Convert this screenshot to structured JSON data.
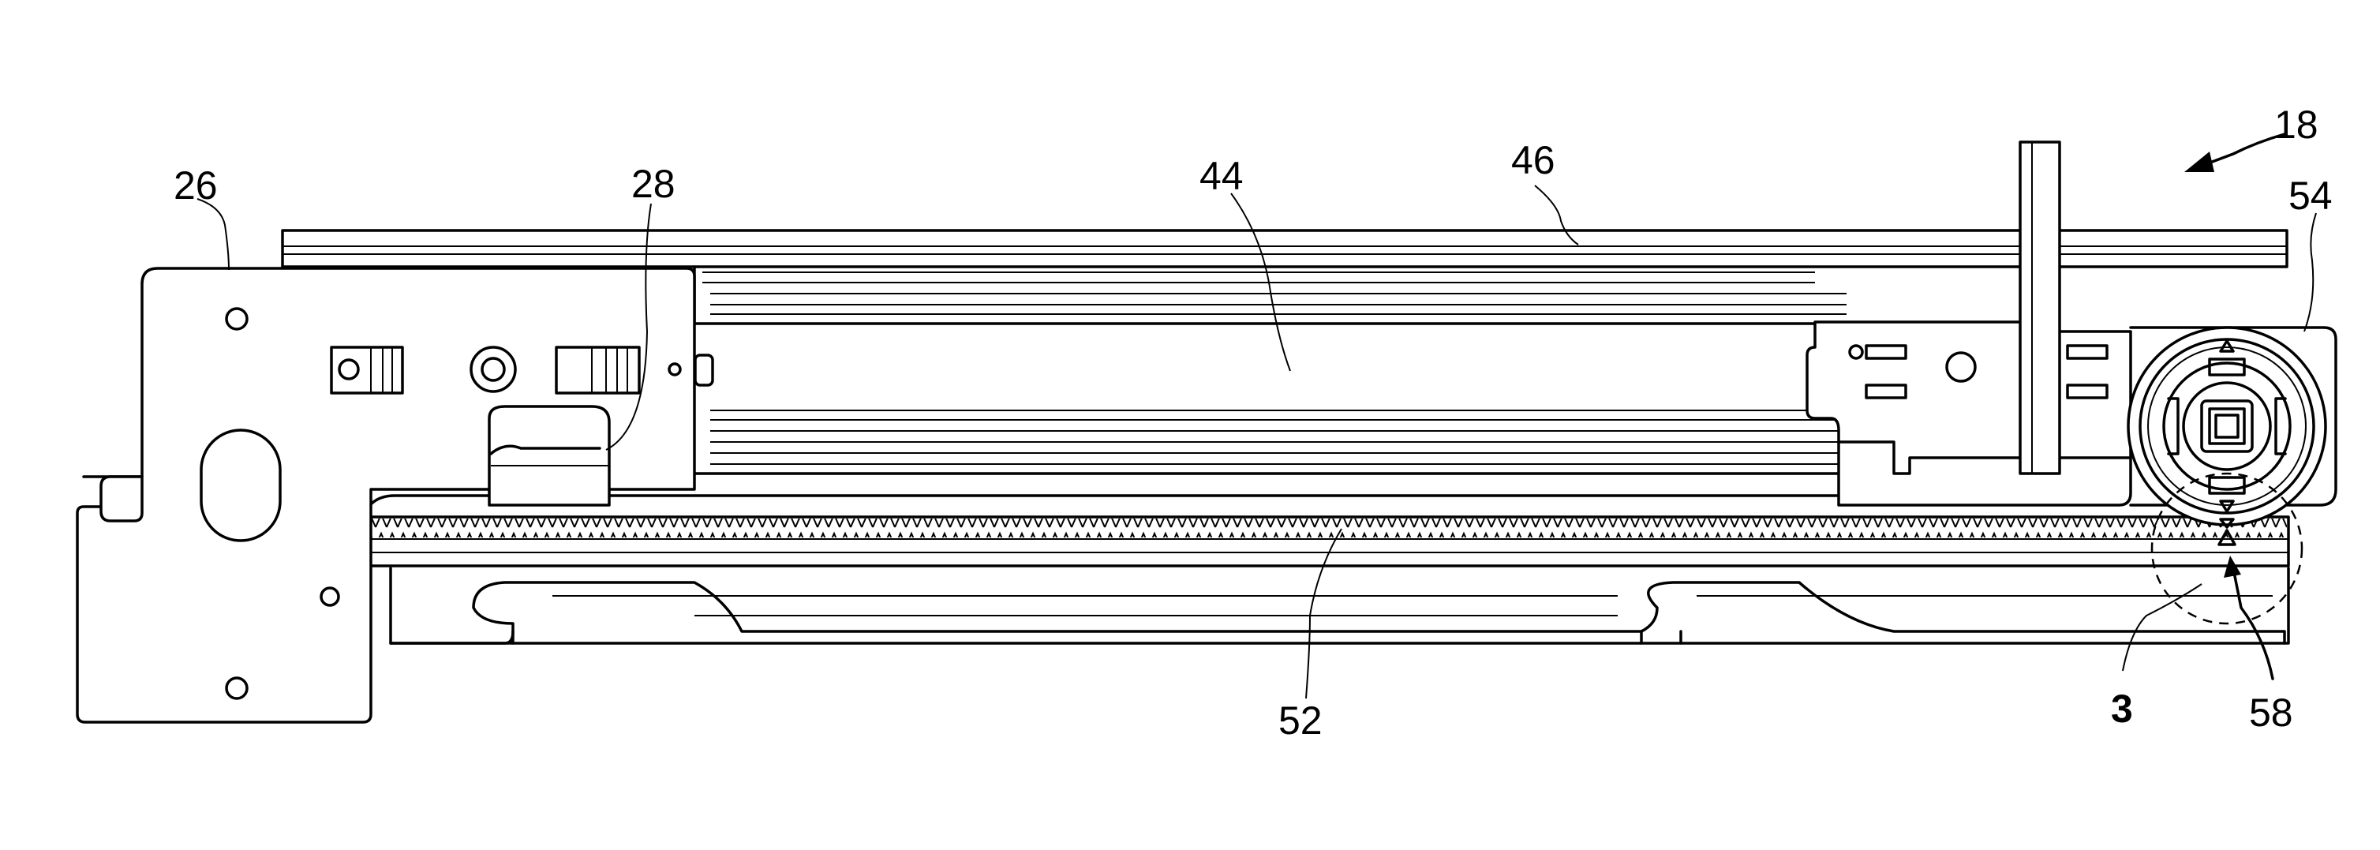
{
  "figure": {
    "reference_numerals": {
      "assembly": "18",
      "bracket": "26",
      "clip": "28",
      "rail_inner": "44",
      "rail_outer": "46",
      "gear_rack": "52",
      "pinion_gear": "54",
      "indicator": "58",
      "detail_view": "3"
    }
  },
  "icons": {
    "leader_arrow": "arrow-icon"
  }
}
